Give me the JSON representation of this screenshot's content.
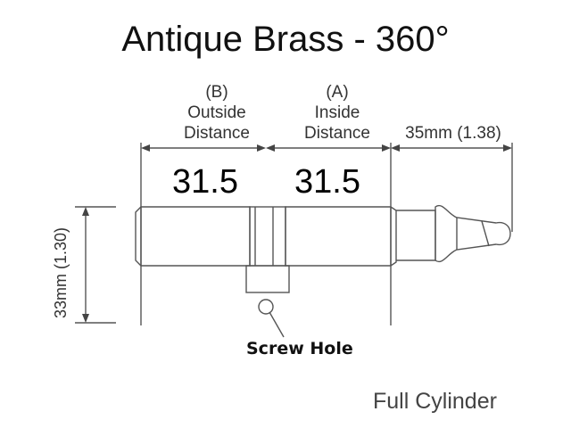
{
  "title": "Antique Brass - 360°",
  "dimensions": {
    "outside": {
      "line1": "(B)",
      "line2": "Outside",
      "line3": "Distance",
      "value": "31.5"
    },
    "inside": {
      "line1": "(A)",
      "line2": "Inside",
      "line3": "Distance",
      "value": "31.5"
    },
    "cam_length": "35mm (1.38)",
    "height": "33mm (1.30)"
  },
  "labels": {
    "screw_hole": "Screw Hole",
    "footer": "Full Cylinder"
  }
}
